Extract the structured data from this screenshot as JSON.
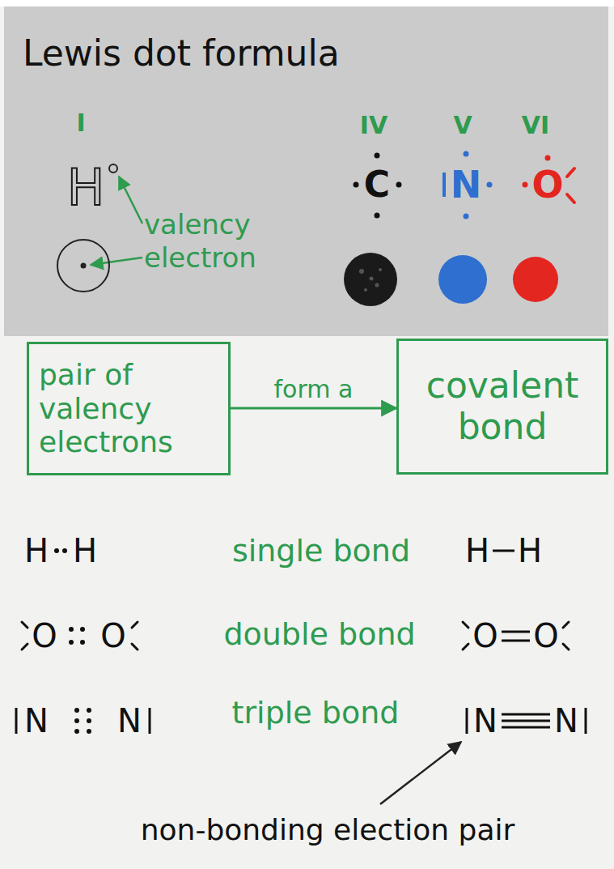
{
  "diagram": {
    "title": "Lewis dot formula",
    "nodes": [
      {
        "text": [
          "pair of valency electrons"
        ]
      },
      {
        "text": [
          "covalent bond"
        ]
      }
    ],
    "edges": [
      {
        "from": 0,
        "to": 1,
        "label": "form a",
        "arrow": "to"
      }
    ],
    "labels": [
      "I",
      "IV",
      "V",
      "VI",
      "H",
      "valency electron",
      "C",
      "N",
      "O",
      "H",
      "H",
      "single bond",
      "H",
      "H",
      "O",
      "O",
      "double bond",
      "O",
      "O",
      "N",
      "N",
      "triple bond",
      "N",
      "N",
      "non-bonding election pair"
    ]
  }
}
